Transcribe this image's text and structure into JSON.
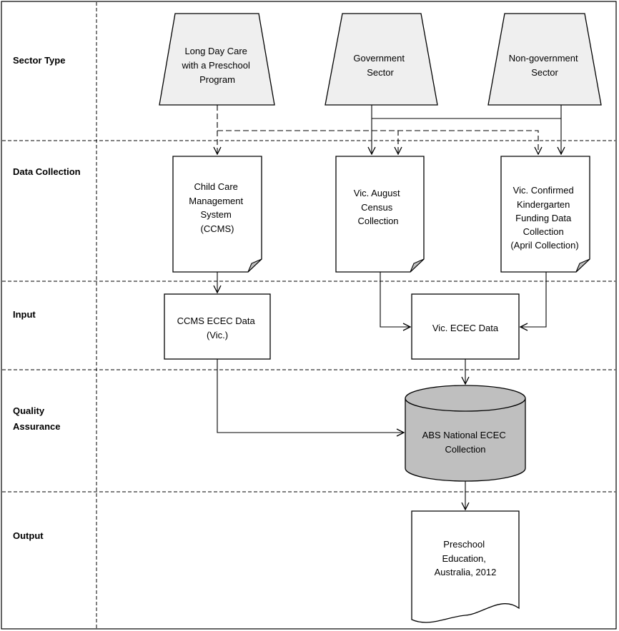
{
  "rows": [
    {
      "id": "sector-type",
      "label": [
        "Sector Type"
      ]
    },
    {
      "id": "data-collection",
      "label": [
        "Data Collection"
      ]
    },
    {
      "id": "input",
      "label": [
        "Input"
      ]
    },
    {
      "id": "quality-assurance",
      "label": [
        "Quality",
        "Assurance"
      ]
    },
    {
      "id": "output",
      "label": [
        "Output"
      ]
    }
  ],
  "nodes": {
    "long_day_care": {
      "lines": [
        "Long Day Care",
        "with a Preschool",
        "Program"
      ]
    },
    "government_sector": {
      "lines": [
        "Government",
        "Sector"
      ]
    },
    "non_government_sector": {
      "lines": [
        "Non-government",
        "Sector"
      ]
    },
    "ccms": {
      "lines": [
        "Child Care",
        "Management",
        "System",
        "(CCMS)"
      ]
    },
    "vic_august_census": {
      "lines": [
        "Vic. August",
        "Census",
        "Collection"
      ]
    },
    "vic_confirmed_kindergarten": {
      "lines": [
        "Vic. Confirmed",
        "Kindergarten",
        "Funding Data",
        "Collection",
        "(April Collection)"
      ]
    },
    "ccms_ecec_data": {
      "lines": [
        "CCMS ECEC Data",
        "(Vic.)"
      ]
    },
    "vic_ecec_data": {
      "lines": [
        "Vic. ECEC Data"
      ]
    },
    "abs_national_ecec": {
      "lines": [
        "ABS National ECEC",
        "Collection"
      ]
    },
    "preschool_education": {
      "lines": [
        "Preschool",
        "Education,",
        "Australia, 2012"
      ]
    }
  },
  "colors": {
    "trapezoid_fill": "#efefef",
    "cylinder_fill": "#bfbfbf",
    "page_curl_fill": "#bdbdbd"
  }
}
